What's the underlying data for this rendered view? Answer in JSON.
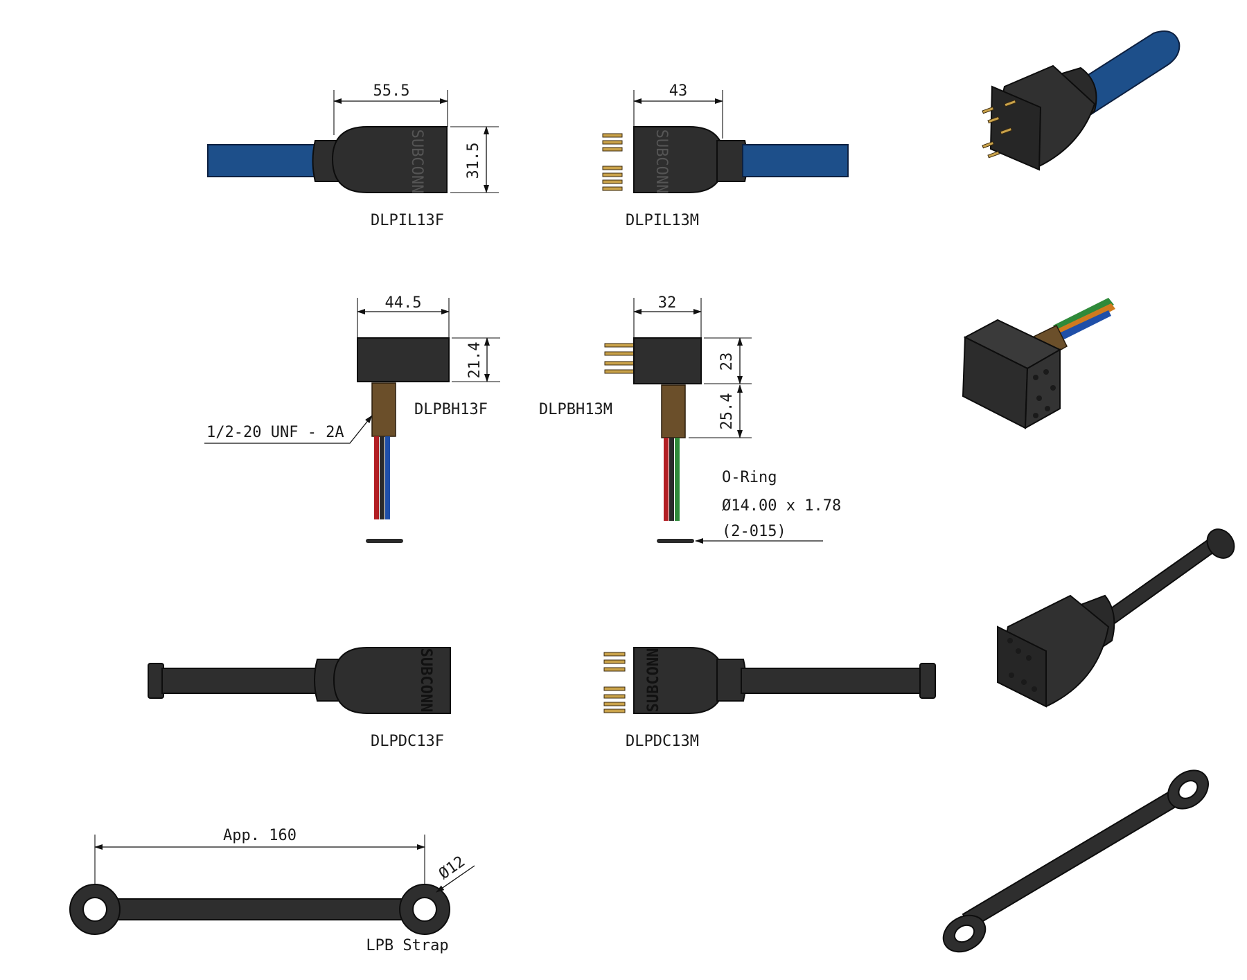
{
  "views": {
    "pil_f": {
      "label": "DLPIL13F",
      "width": "55.5",
      "height": "31.5"
    },
    "pil_m": {
      "label": "DLPIL13M",
      "width": "43"
    },
    "pbh_f": {
      "label": "DLPBH13F",
      "width": "44.5",
      "height": "21.4",
      "thread": "1/2-20 UNF - 2A"
    },
    "pbh_m": {
      "label": "DLPBH13M",
      "width": "32",
      "height": "23",
      "shank": "25.4",
      "oring_title": "O-Ring",
      "oring_size": "Ø14.00 x 1.78",
      "oring_code": "(2-015)"
    },
    "pdc_f": {
      "label": "DLPDC13F"
    },
    "pdc_m": {
      "label": "DLPDC13M"
    },
    "strap": {
      "label": "LPB Strap",
      "length": "App. 160",
      "eye_dia": "Ø12"
    }
  },
  "colors": {
    "cable_blue": "#1d4f8a",
    "body_dark": "#2e2e2e",
    "pin_gold": "#c9a24a",
    "brass": "#6b4f2a",
    "wire_red": "#b21f24",
    "wire_blue": "#1f4fa8",
    "wire_green": "#2f8a3a",
    "wire_orange": "#d07a1e"
  },
  "icons": [
    "connector-3d-icon",
    "bulkhead-3d-icon",
    "dummy-3d-icon",
    "strap-3d-icon"
  ]
}
